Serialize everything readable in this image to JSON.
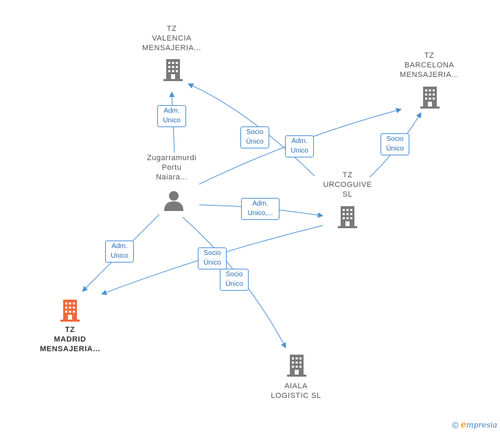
{
  "nodes": {
    "valencia": {
      "lines": [
        "TZ",
        "VALENCIA",
        "MENSAJERIA..."
      ],
      "type": "company"
    },
    "barcelona": {
      "lines": [
        "TZ",
        "BARCELONA",
        "MENSAJERIA..."
      ],
      "type": "company"
    },
    "person": {
      "lines": [
        "Zugarramurdi",
        "Portu",
        "Naiara..."
      ],
      "type": "person"
    },
    "urcoguive": {
      "lines": [
        "TZ",
        "URCOGUIVE",
        "SL"
      ],
      "type": "company"
    },
    "madrid": {
      "lines": [
        "TZ",
        "MADRID",
        "MENSAJERIA..."
      ],
      "type": "company-main"
    },
    "aiala": {
      "lines": [
        "AIALA",
        "LOGISTIC  SL"
      ],
      "type": "company"
    }
  },
  "edges": [
    {
      "id": "e1",
      "lines": [
        "Adm.",
        "Unico"
      ]
    },
    {
      "id": "e2",
      "lines": [
        "Socio",
        "Único"
      ]
    },
    {
      "id": "e3",
      "lines": [
        "Adm.",
        "Unico"
      ]
    },
    {
      "id": "e4",
      "lines": [
        "Socio",
        "Único"
      ]
    },
    {
      "id": "e5",
      "lines": [
        "Adm.",
        "Unico,..."
      ]
    },
    {
      "id": "e6",
      "lines": [
        "Adm.",
        "Unico"
      ]
    },
    {
      "id": "e7",
      "lines": [
        "Socio",
        "Único"
      ]
    },
    {
      "id": "e8",
      "lines": [
        "Socio",
        "Único"
      ]
    }
  ],
  "colors": {
    "edge": "#4a8fd6",
    "company": "#7a7a7a",
    "main_company": "#f06a3c",
    "person": "#7a7a7a"
  },
  "footer": {
    "copyright": "©",
    "brand_initial": "e",
    "brand_rest": "mpresia"
  }
}
